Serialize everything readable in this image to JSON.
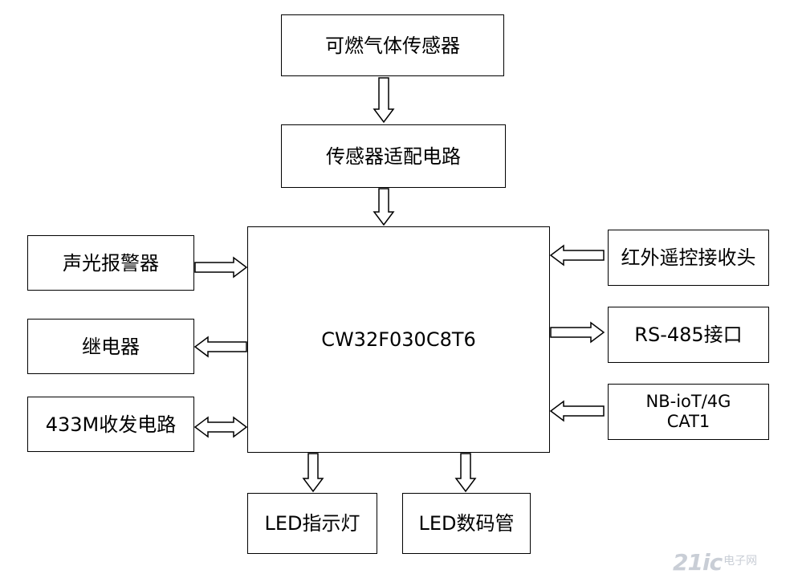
{
  "blocks": {
    "gas_sensor": "可燃气体传感器",
    "sensor_adapter": "传感器适配电路",
    "mcu": "CW32F030C8T6",
    "alarm": "声光报警器",
    "relay": "继电器",
    "rf433": "433M收发电路",
    "ir_receiver": "红外遥控接收头",
    "rs485": "RS-485接口",
    "nbiot_line1": "NB-ioT/4G",
    "nbiot_line2": "CAT1",
    "led_indicator": "LED指示灯",
    "led_digit": "LED数码管"
  },
  "watermark": {
    "logo_text": "21ic",
    "site_text": "电子网"
  },
  "colors": {
    "line": "#000000",
    "background": "#ffffff",
    "watermark": "#c9ced6"
  }
}
